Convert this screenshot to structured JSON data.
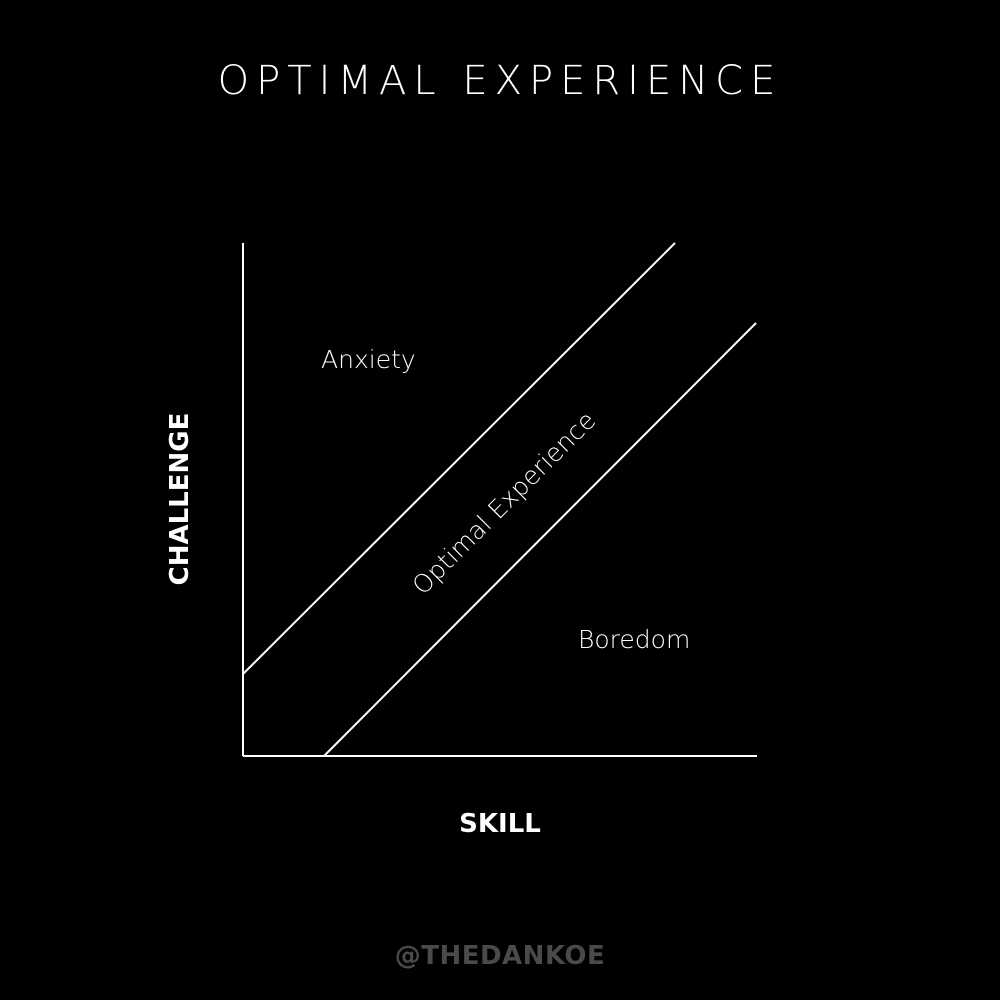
{
  "title": "OPTIMAL EXPERIENCE",
  "axes": {
    "x_label": "SKILL",
    "y_label": "CHALLENGE"
  },
  "regions": {
    "upper": "Anxiety",
    "channel": "Optimal Experience",
    "lower": "Boredom"
  },
  "watermark": "@THEDANKOE",
  "colors": {
    "background": "#000000",
    "foreground": "#ffffff",
    "watermark": "#4a4a4a"
  }
}
